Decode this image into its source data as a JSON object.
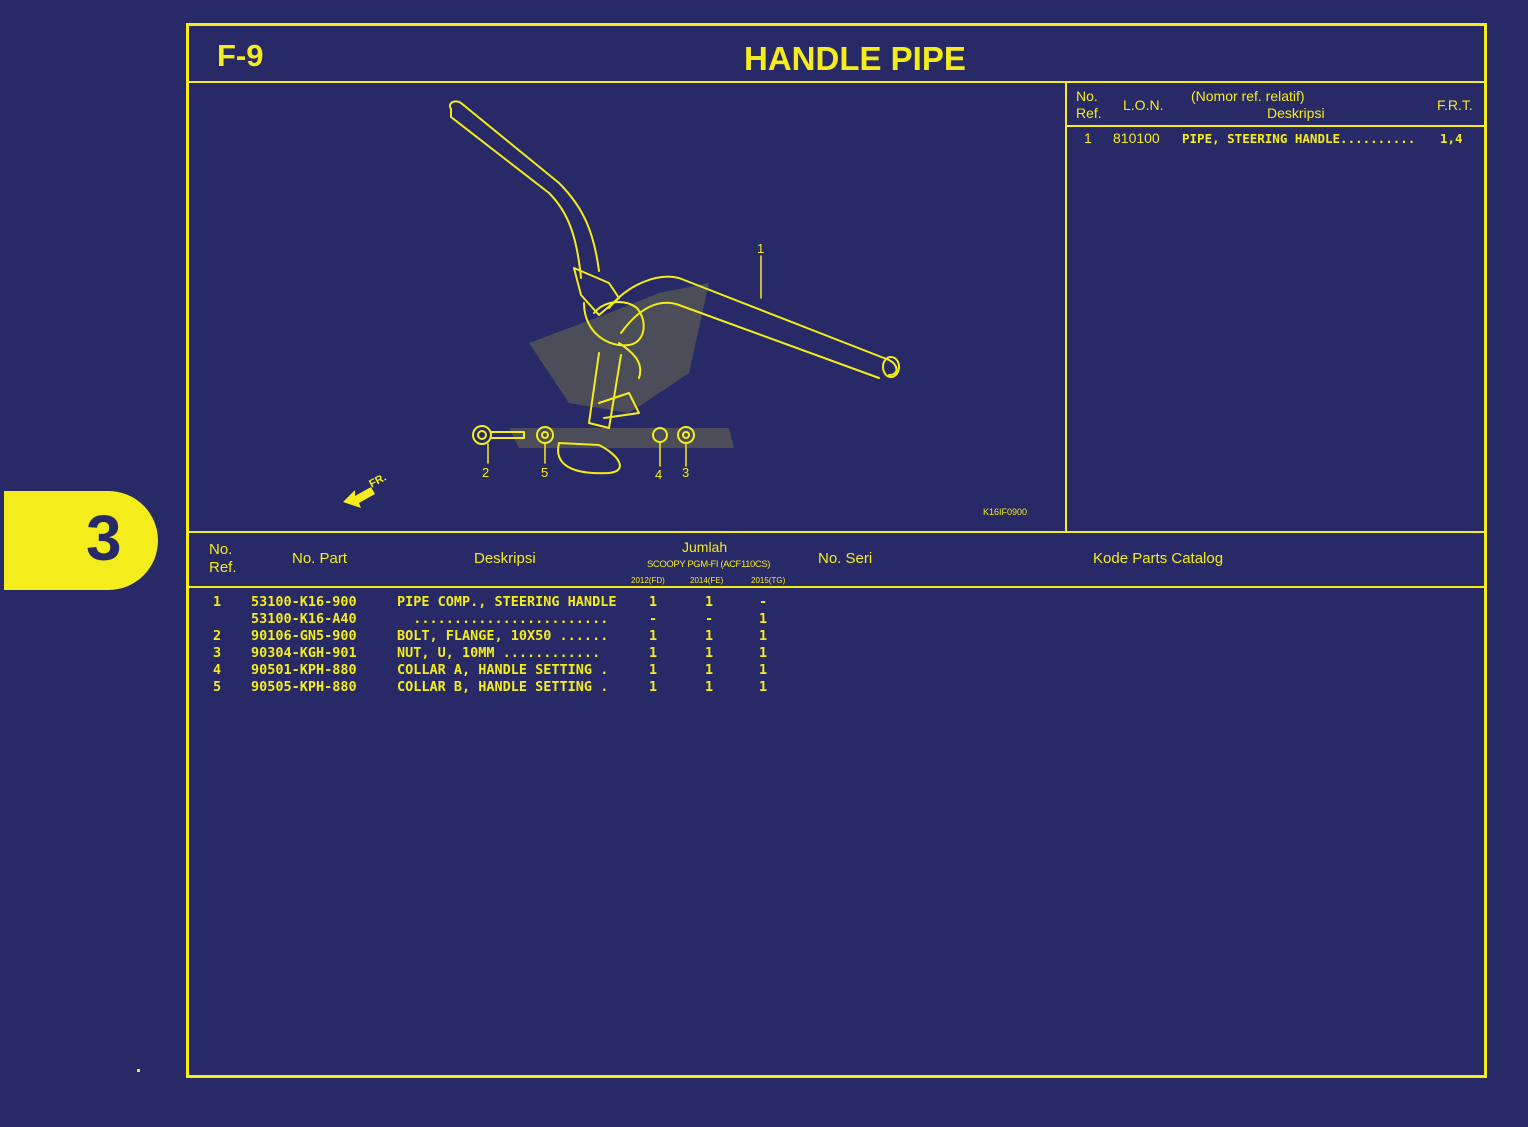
{
  "section_tab": {
    "label": "3"
  },
  "header": {
    "code": "F-9",
    "title": "HANDLE PIPE"
  },
  "diagram": {
    "code": "K16IF0900",
    "direction_label": "FR.",
    "callouts": [
      "1",
      "2",
      "5",
      "4",
      "3"
    ]
  },
  "ref_table": {
    "headers": {
      "no_ref_1": "No.",
      "no_ref_2": "Ref.",
      "lon": "L.O.N.",
      "desc_1": "(Nomor ref. relatif)",
      "desc_2": "Deskripsi",
      "frt": "F.R.T."
    },
    "rows": [
      {
        "no": "1",
        "lon": "810100",
        "desc": "PIPE, STEERING HANDLE..........",
        "frt": "1,4"
      }
    ]
  },
  "parts_table": {
    "headers": {
      "no_ref_1": "No.",
      "no_ref_2": "Ref.",
      "no_part": "No. Part",
      "desc": "Deskripsi",
      "qty": "Jumlah",
      "model": "SCOOPY PGM-FI (ACF110CS)",
      "years": [
        "2012(FD)",
        "2014(FE)",
        "2015(TG)"
      ],
      "serial": "No. Seri",
      "catalog": "Kode Parts Catalog"
    },
    "rows": [
      {
        "ref": "1",
        "part": "53100-K16-900",
        "desc": "PIPE COMP., STEERING HANDLE",
        "q1": "1",
        "q2": "1",
        "q3": "-"
      },
      {
        "ref": "",
        "part": "53100-K16-A40",
        "desc": "  ........................",
        "q1": "-",
        "q2": "-",
        "q3": "1"
      },
      {
        "ref": "2",
        "part": "90106-GN5-900",
        "desc": "BOLT, FLANGE, 10X50 ......",
        "q1": "1",
        "q2": "1",
        "q3": "1"
      },
      {
        "ref": "3",
        "part": "90304-KGH-901",
        "desc": "NUT, U, 10MM ............",
        "q1": "1",
        "q2": "1",
        "q3": "1"
      },
      {
        "ref": "4",
        "part": "90501-KPH-880",
        "desc": "COLLAR A, HANDLE SETTING .",
        "q1": "1",
        "q2": "1",
        "q3": "1"
      },
      {
        "ref": "5",
        "part": "90505-KPH-880",
        "desc": "COLLAR B, HANDLE SETTING .",
        "q1": "1",
        "q2": "1",
        "q3": "1"
      }
    ]
  },
  "colors": {
    "background": "#272a66",
    "accent": "#f5ec1c"
  }
}
